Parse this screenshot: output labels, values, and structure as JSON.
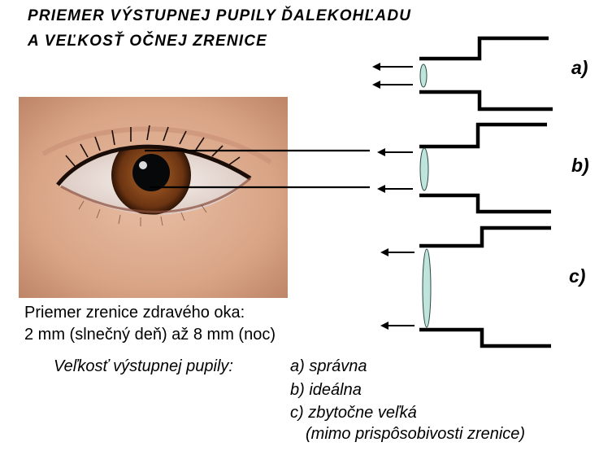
{
  "title": {
    "line1": "PRIEMER VÝSTUPNEJ PUPILY ĎALEKOHĽADU",
    "line2": "A VEĽKOSŤ OČNEJ ZRENICE"
  },
  "eye_caption": {
    "line1": "Priemer zrenice zdravého oka:",
    "line2": "2 mm (slnečný deň) až 8 mm (noc)"
  },
  "legend": {
    "label": "Veľkosť výstupnej pupily:",
    "options": [
      "a) správna",
      "b) ideálna",
      "c) zbytočne veľká",
      "(mimo prispôsobivosti zrenice)"
    ]
  },
  "cases": [
    "a)",
    "b)",
    "c)"
  ],
  "colors": {
    "iris": "#7a3e17",
    "skin": "#d9a486",
    "lens": "#bfe4dc",
    "line": "#000000"
  }
}
